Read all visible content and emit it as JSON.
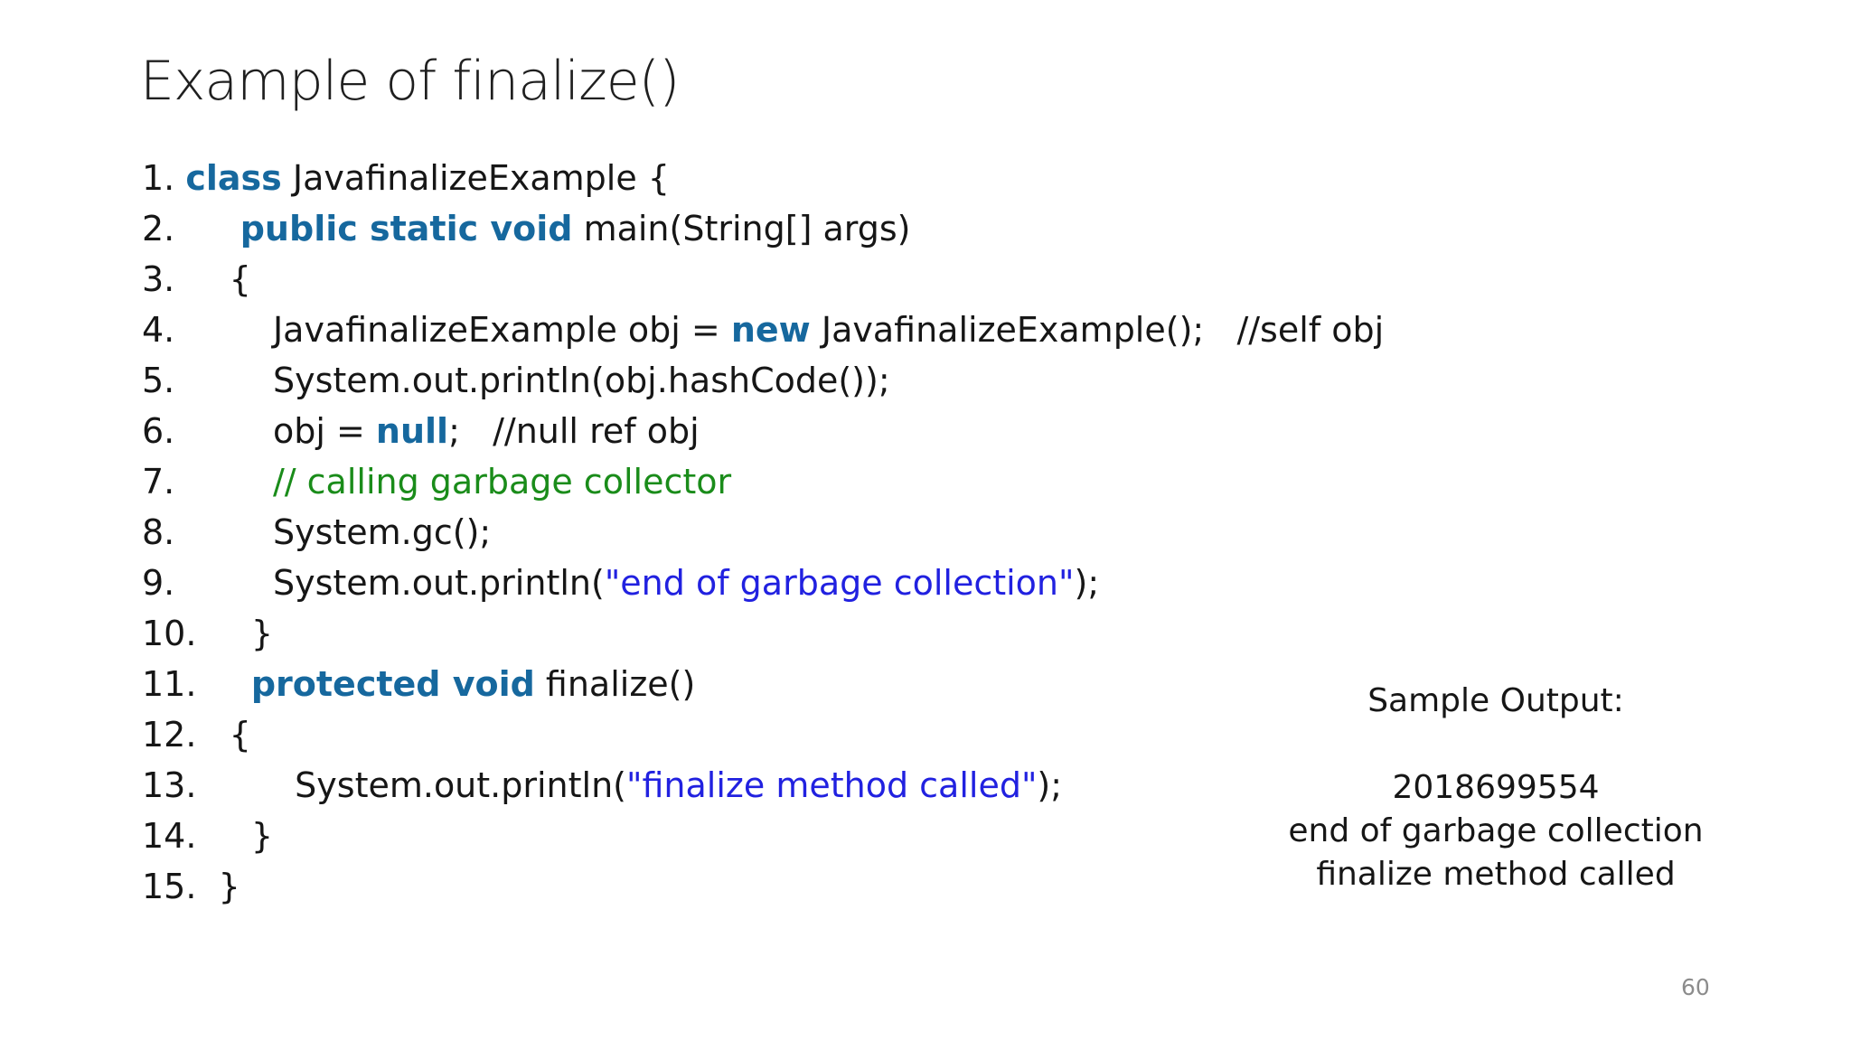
{
  "slide": {
    "title": "Example of finalize()",
    "page_number": "60"
  },
  "colors": {
    "keyword": "#16689E",
    "string": "#2121E0",
    "comment": "#1A8C1A",
    "text": "#161616",
    "title": "#1F1F1F",
    "muted": "#8C8C8C",
    "bg": "#FFFFFF"
  },
  "code": {
    "language": "java",
    "lines": [
      {
        "prefix": "1. ",
        "segments": [
          {
            "t": "class",
            "c": "keyword"
          },
          {
            "t": " JavafinalizeExample {",
            "c": "plain"
          }
        ]
      },
      {
        "prefix": "2.      ",
        "segments": [
          {
            "t": "public static void",
            "c": "keyword"
          },
          {
            "t": " main(String[] args)",
            "c": "plain"
          }
        ]
      },
      {
        "prefix": "3.     ",
        "segments": [
          {
            "t": "{",
            "c": "plain"
          }
        ]
      },
      {
        "prefix": "4.         ",
        "segments": [
          {
            "t": "JavafinalizeExample obj = ",
            "c": "plain"
          },
          {
            "t": "new",
            "c": "keyword"
          },
          {
            "t": " JavafinalizeExample();   //self obj",
            "c": "plain"
          }
        ]
      },
      {
        "prefix": "5.         ",
        "segments": [
          {
            "t": "System.out.println(obj.hashCode());",
            "c": "plain"
          }
        ]
      },
      {
        "prefix": "6.         ",
        "segments": [
          {
            "t": "obj = ",
            "c": "plain"
          },
          {
            "t": "null",
            "c": "keyword"
          },
          {
            "t": ";   //null ref obj",
            "c": "plain"
          }
        ]
      },
      {
        "prefix": "7.         ",
        "segments": [
          {
            "t": "// calling garbage collector",
            "c": "comment"
          }
        ]
      },
      {
        "prefix": "8.         ",
        "segments": [
          {
            "t": "System.gc();",
            "c": "plain"
          }
        ]
      },
      {
        "prefix": "9.         ",
        "segments": [
          {
            "t": "System.out.println(",
            "c": "plain"
          },
          {
            "t": "\"end of garbage collection\"",
            "c": "string"
          },
          {
            "t": ");",
            "c": "plain"
          }
        ]
      },
      {
        "prefix": "10.     ",
        "segments": [
          {
            "t": "}",
            "c": "plain"
          }
        ]
      },
      {
        "prefix": "11.     ",
        "segments": [
          {
            "t": "protected void",
            "c": "keyword"
          },
          {
            "t": " finalize()",
            "c": "plain"
          }
        ]
      },
      {
        "prefix": "12.   ",
        "segments": [
          {
            "t": "{",
            "c": "plain"
          }
        ]
      },
      {
        "prefix": "13.         ",
        "segments": [
          {
            "t": "System.out.println(",
            "c": "plain"
          },
          {
            "t": "\"finalize method called\"",
            "c": "string"
          },
          {
            "t": ");",
            "c": "plain"
          }
        ]
      },
      {
        "prefix": "14.     ",
        "segments": [
          {
            "t": "}",
            "c": "plain"
          }
        ]
      },
      {
        "prefix": "15.  ",
        "segments": [
          {
            "t": "}",
            "c": "plain"
          }
        ]
      }
    ]
  },
  "sample_output": {
    "heading": "Sample Output:",
    "lines": [
      "2018699554",
      "end of garbage collection",
      "finalize method called"
    ]
  }
}
